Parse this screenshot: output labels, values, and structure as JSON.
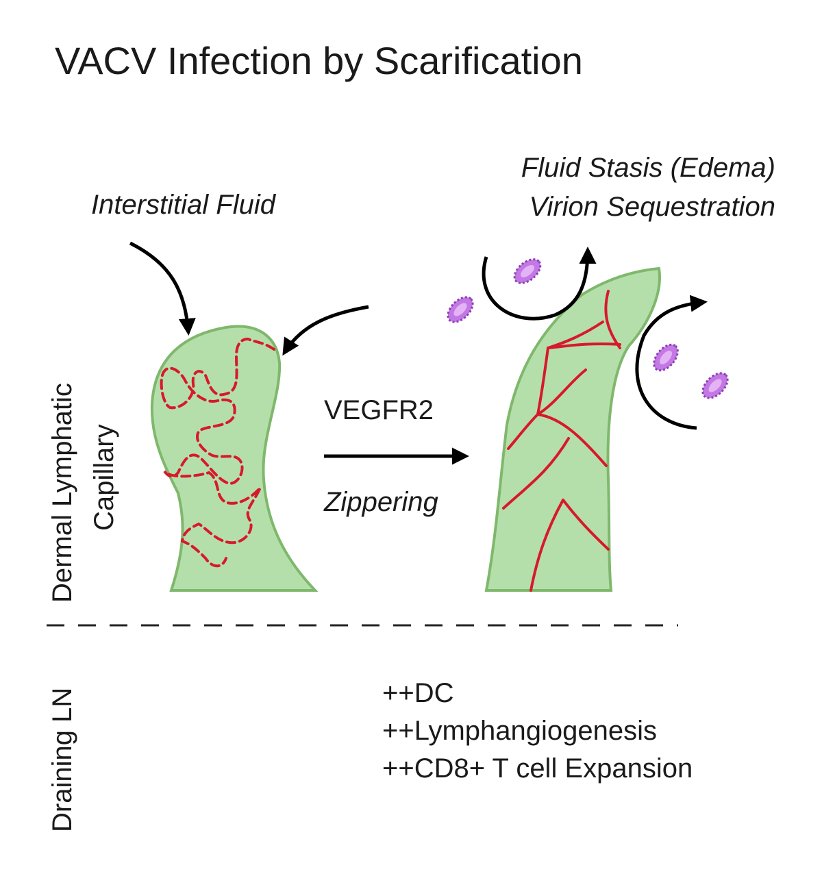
{
  "title": "VACV Infection by Scarification",
  "labels": {
    "interstitial_fluid": "Interstitial Fluid",
    "fluid_stasis": "Fluid Stasis (Edema)",
    "virion_sequestration": "Virion Sequestration",
    "vegfr2": "VEGFR2",
    "zippering": "Zippering"
  },
  "sections": {
    "top_line1": "Dermal Lymphatic",
    "top_line2": "Capillary",
    "bottom": "Draining LN"
  },
  "outcomes": [
    "++DC",
    "++Lymphangiogenesis",
    "++CD8+ T cell Expansion"
  ],
  "colors": {
    "capillary_fill": "#b5dfaa",
    "capillary_stroke": "#7fb86c",
    "junction": "#d7192c",
    "virion_fill": "#c478e4",
    "virion_stroke": "#8a3fb5",
    "arrow": "#000000"
  }
}
